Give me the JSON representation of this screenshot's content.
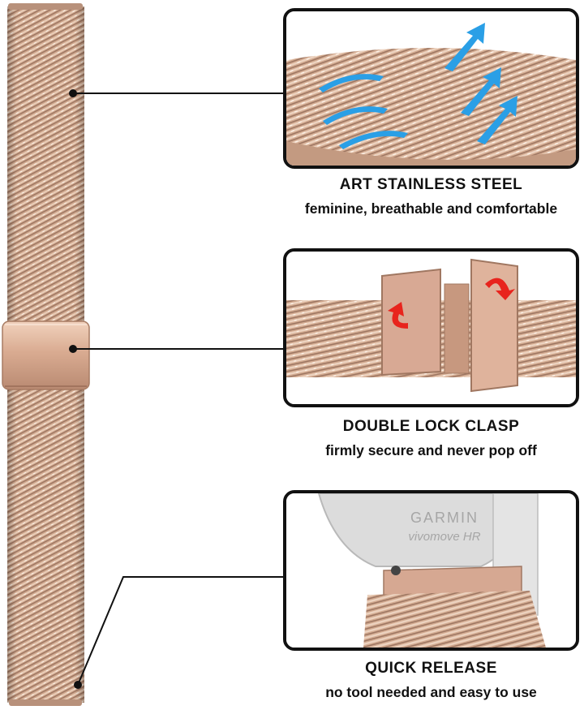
{
  "features": [
    {
      "title": "ART STAINLESS STEEL",
      "subtitle": "feminine, breathable and comfortable",
      "icon": "blue-airflow-arrows"
    },
    {
      "title": "DOUBLE LOCK CLASP",
      "subtitle": "firmly secure and never pop off",
      "icon": "red-curved-arrows"
    },
    {
      "title": "QUICK RELEASE",
      "subtitle": "no tool needed and easy to use",
      "icon": "quick-release-pin"
    }
  ],
  "watch": {
    "brand": "GARMIN",
    "model": "vivomove HR"
  },
  "colors": {
    "rose_gold": "#d9b39a",
    "rose_gold_dark": "#a9826b",
    "frame": "#111111",
    "arrow_blue": "#2a9fe6",
    "arrow_red": "#e8241d"
  }
}
